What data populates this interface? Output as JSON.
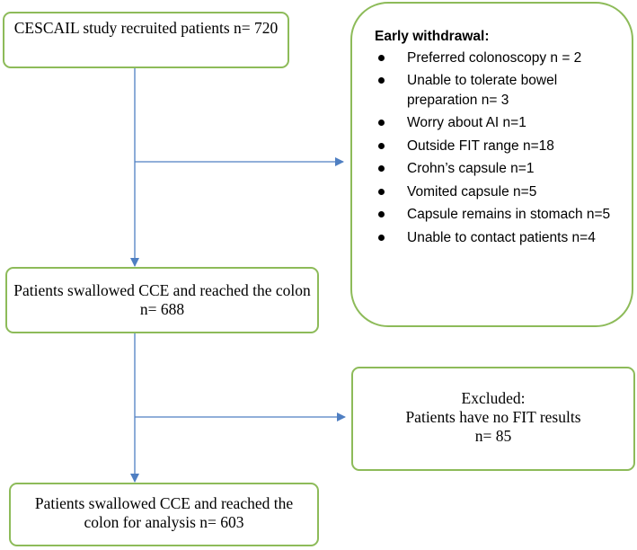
{
  "recruited": {
    "text": "CESCAIL study recruited patients n= 720"
  },
  "withdrawal": {
    "title": "Early withdrawal:",
    "items": [
      "Preferred colonoscopy n = 2",
      "Unable to tolerate bowel preparation n= 3",
      "Worry about AI n=1",
      "Outside FIT range n=18",
      "Crohn’s capsule n=1",
      "Vomited capsule n=5",
      "Capsule remains in stomach n=5",
      "Unable to contact patients n=4"
    ]
  },
  "swallowed": {
    "text": "Patients swallowed CCE and reached the colon n= 688"
  },
  "excluded": {
    "line1": "Excluded:",
    "line2": "Patients have no FIT results",
    "line3": "n= 85"
  },
  "analysis": {
    "text": "Patients swallowed CCE and reached the colon for analysis n= 603"
  },
  "colors": {
    "border": "#8dbb59",
    "arrow": "#4f7fc2"
  }
}
